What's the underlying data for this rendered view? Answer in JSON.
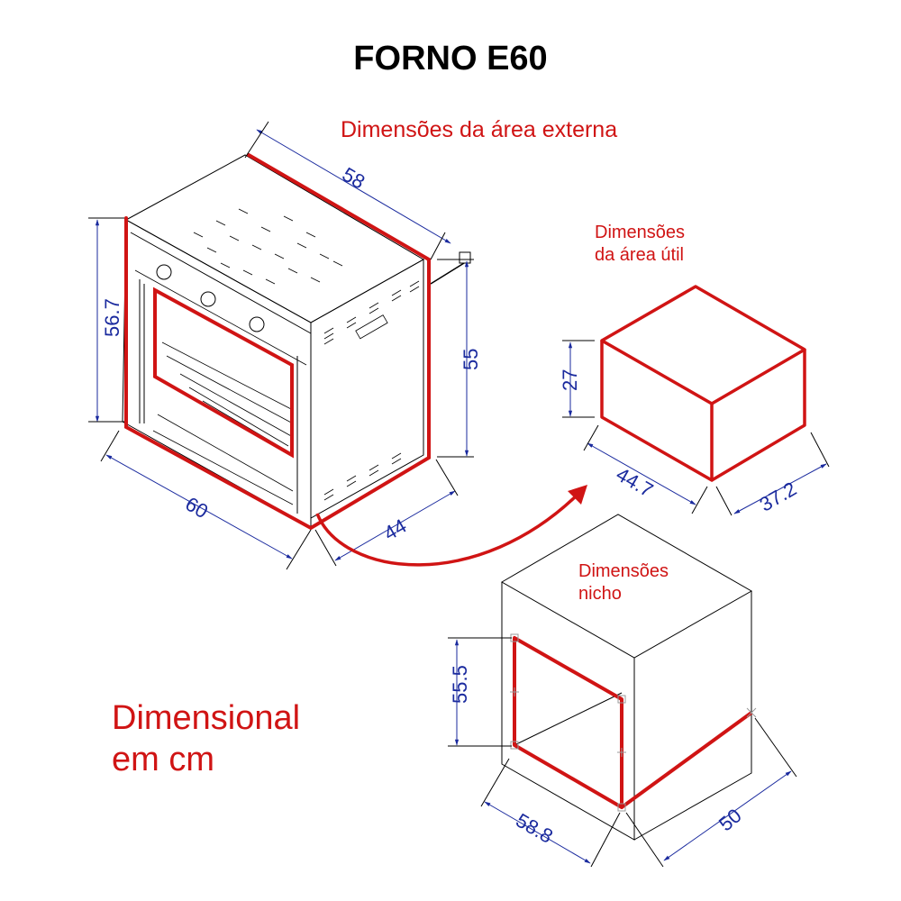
{
  "title": "FORNO E60",
  "labels": {
    "external_area": "Dimensões da área externa",
    "usable_area_line1": "Dimensões",
    "usable_area_line2": "da área útil",
    "niche_line1": "Dimensões",
    "niche_line2": "nicho",
    "units_line1": "Dimensional",
    "units_line2": "em cm"
  },
  "colors": {
    "highlight_red": "#d01414",
    "dimension_blue": "#1a2a9e",
    "drawing_black": "#000000"
  },
  "oven_external": {
    "depth_top": "58",
    "height_front": "56.7",
    "height_side": "55",
    "width_front": "60",
    "depth_bottom": "44"
  },
  "usable_area": {
    "height": "27",
    "width": "44.7",
    "depth": "37.2"
  },
  "niche": {
    "height": "55.5",
    "width": "58.8",
    "depth": "50"
  }
}
